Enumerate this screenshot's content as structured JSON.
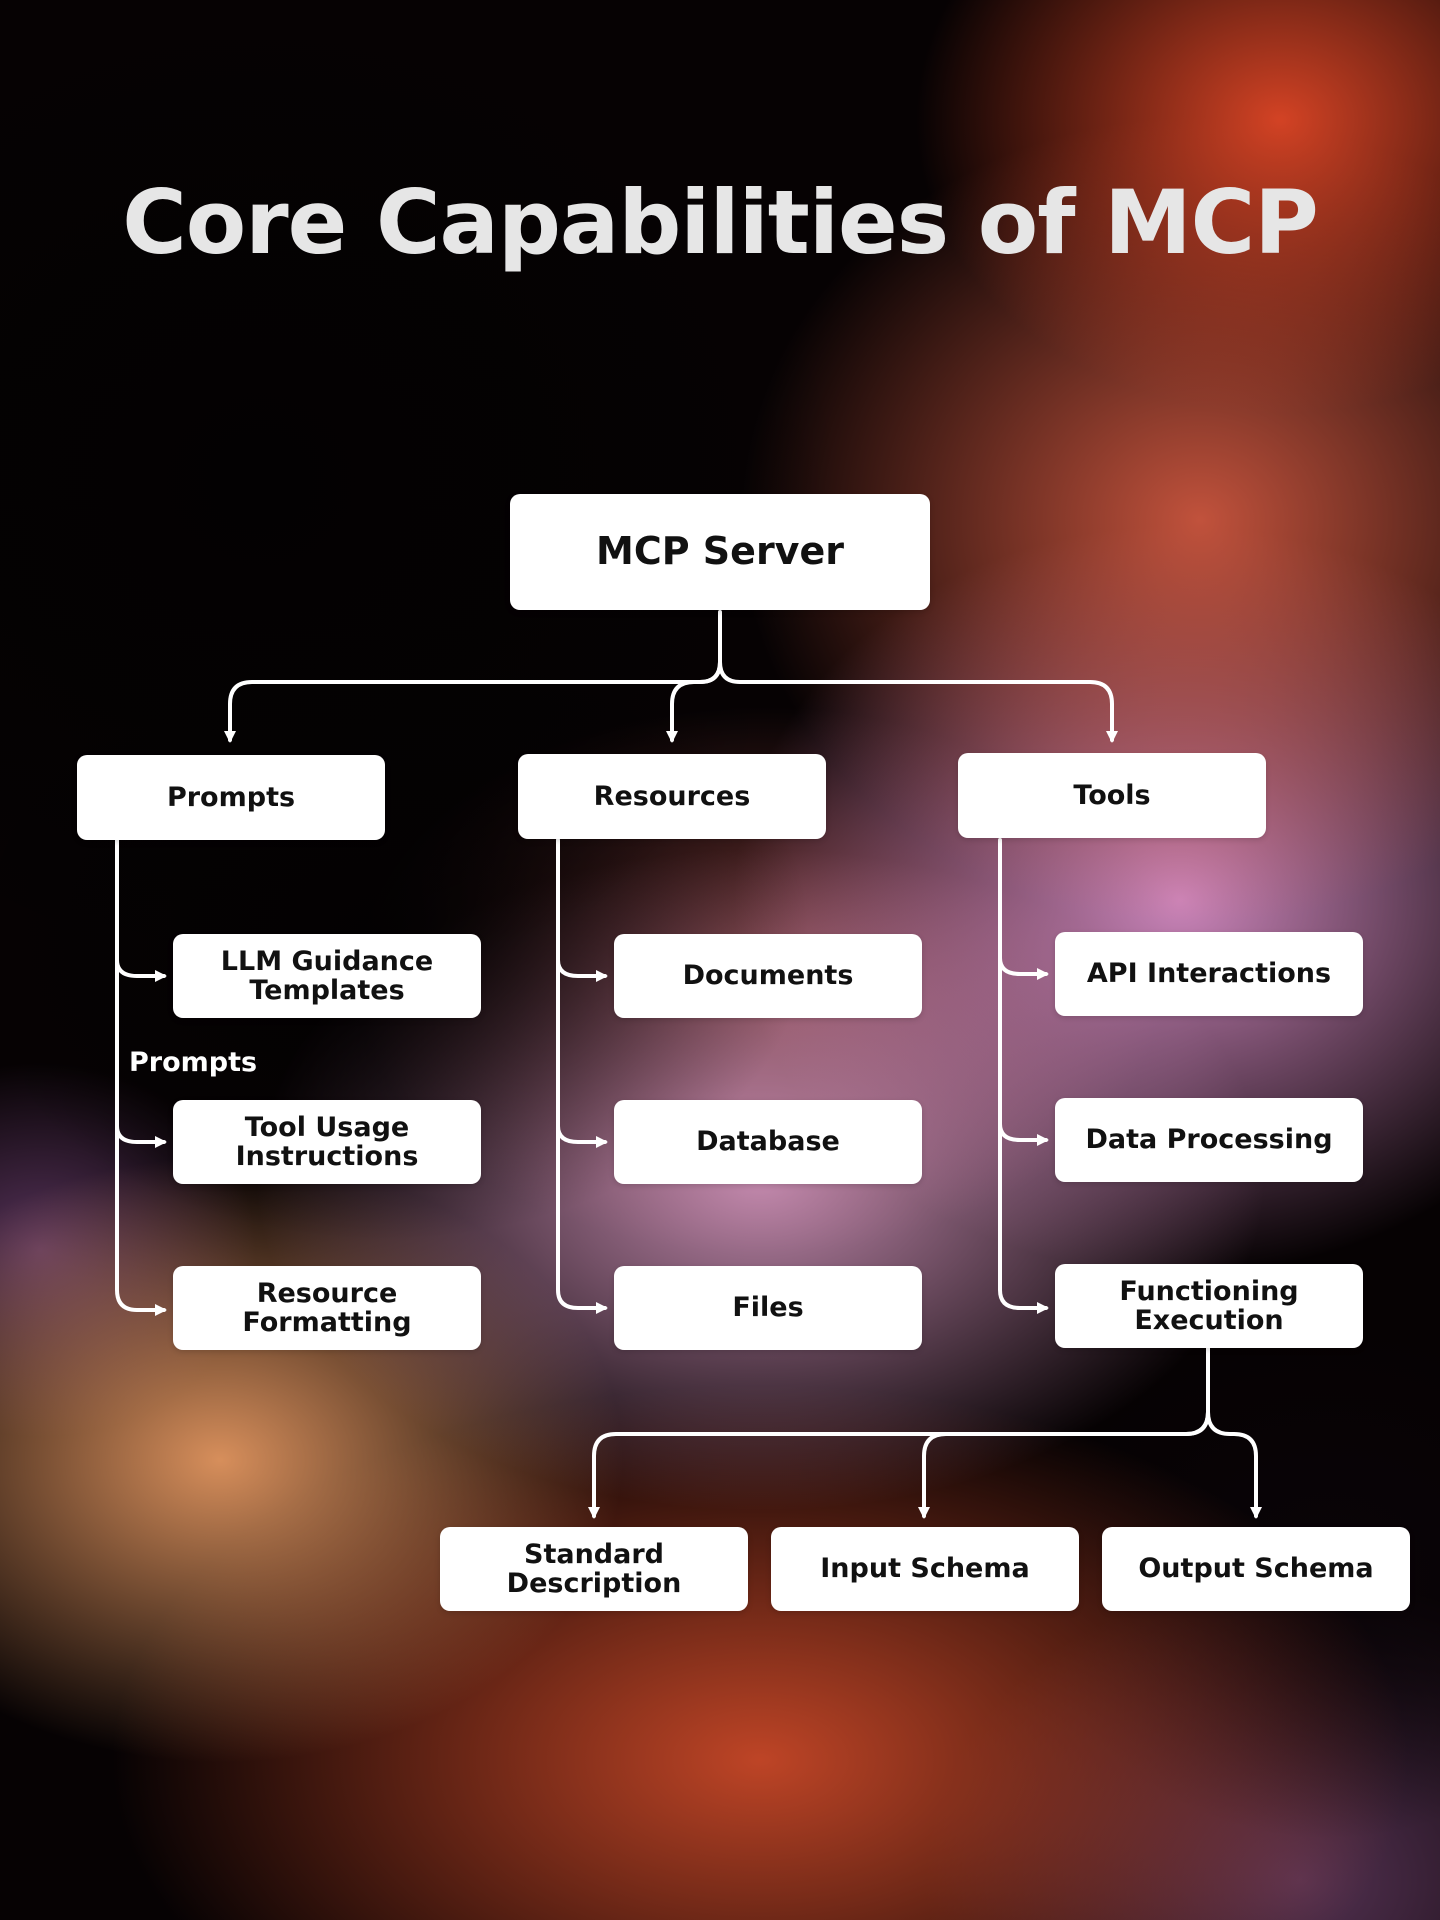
{
  "title": "Core Capabilities of MCP",
  "root": {
    "label": "MCP Server"
  },
  "branches": [
    {
      "label": "Prompts",
      "children": [
        "LLM Guidance Templates",
        "Tool Usage Instructions",
        "Resource Formatting"
      ],
      "side_label": "Prompts"
    },
    {
      "label": "Resources",
      "children": [
        "Documents",
        "Database",
        "Files"
      ]
    },
    {
      "label": "Tools",
      "children": [
        "API Interactions",
        "Data Processing",
        "Functioning Execution"
      ]
    }
  ],
  "execution_children": [
    "Standard Description",
    "Input Schema",
    "Output Schema"
  ],
  "colors": {
    "node_fill": "#ffffff",
    "node_text": "#111111",
    "connector": "#ffffff",
    "title_text": "#e6e6e6"
  }
}
